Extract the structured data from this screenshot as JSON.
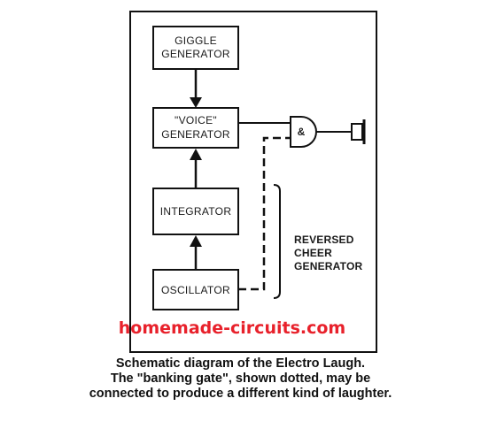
{
  "blocks": {
    "giggle_line1": "GIGGLE",
    "giggle_line2": "GENERATOR",
    "voice_line1": "\"VOICE\"",
    "voice_line2": "GENERATOR",
    "integrator": "INTEGRATOR",
    "oscillator": "OSCILLATOR"
  },
  "gate_symbol": "&",
  "side_label": {
    "line1": "REVERSED",
    "line2": "CHEER",
    "line3": "GENERATOR"
  },
  "watermark": "homemade-circuits.com",
  "caption": {
    "line1": "Schematic diagram of the Electro Laugh.",
    "line2": "The \"banking gate\", shown dotted, may be",
    "line3": "connected to produce a different kind of laughter."
  }
}
